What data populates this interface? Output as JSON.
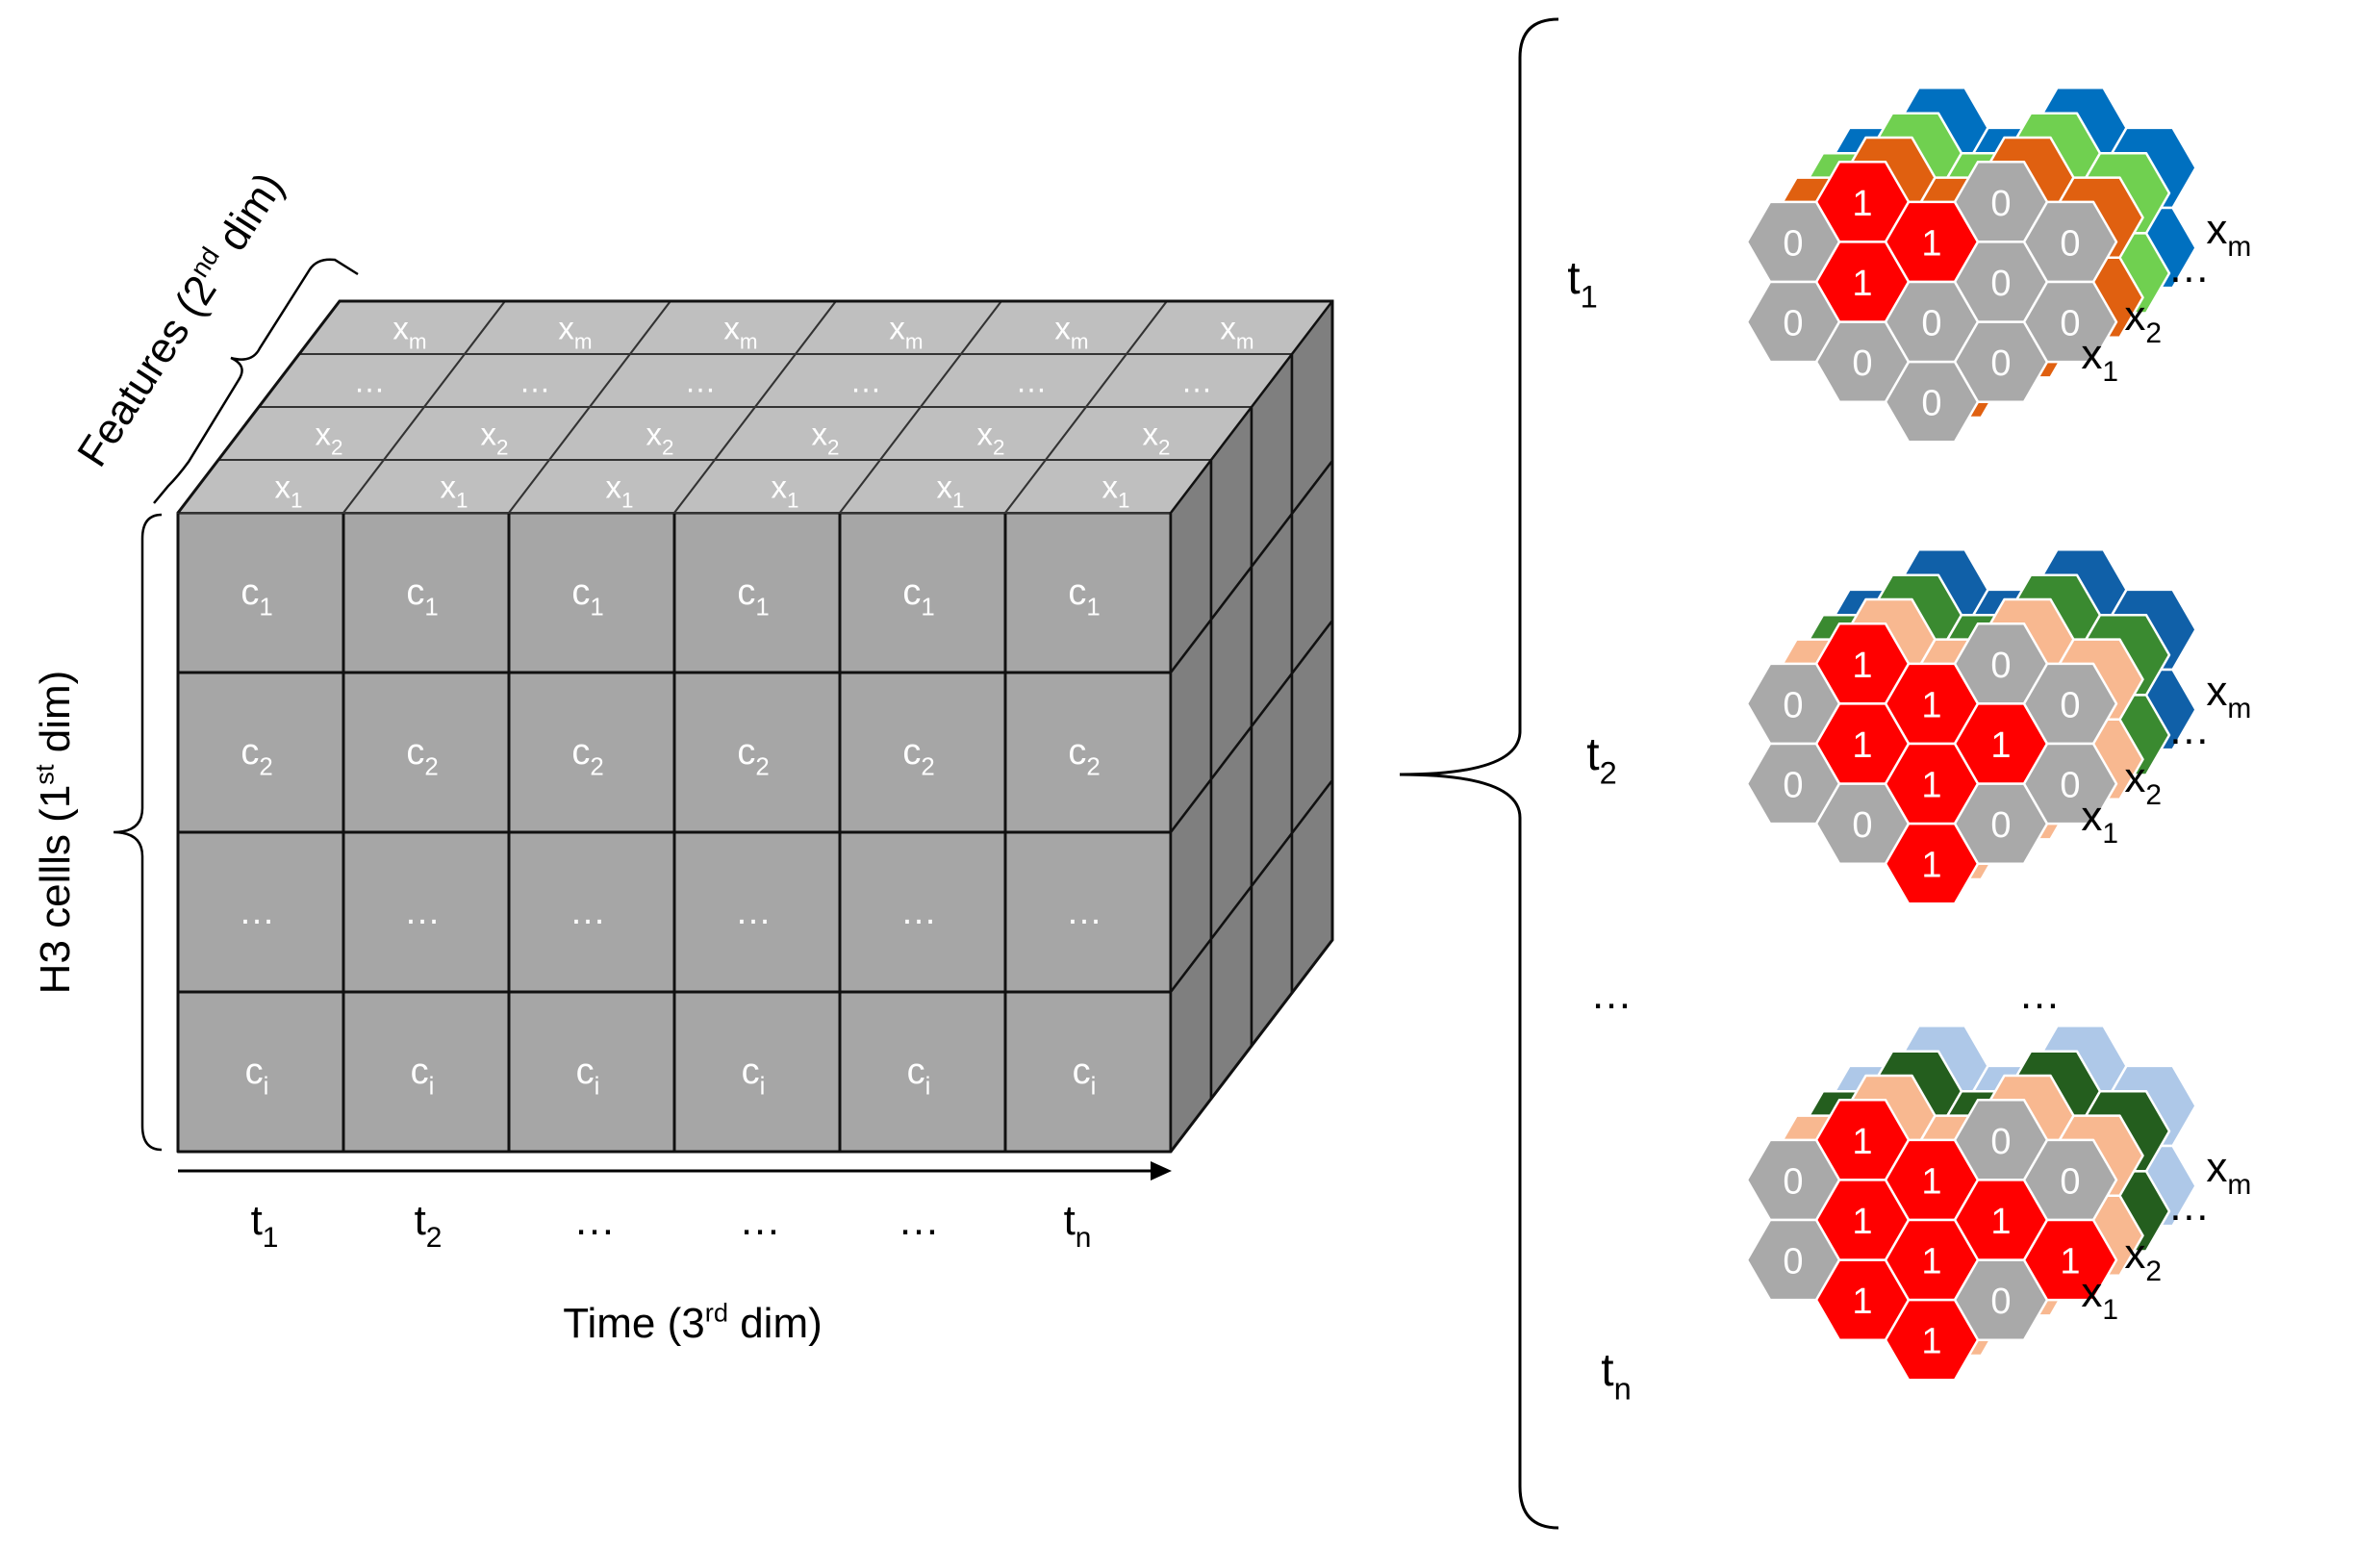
{
  "cube": {
    "top_rows": [
      {
        "base": "x",
        "sub": "1"
      },
      {
        "base": "x",
        "sub": "2"
      },
      {
        "base": "…",
        "sub": ""
      },
      {
        "base": "x",
        "sub": "m"
      }
    ],
    "front_rows": [
      {
        "base": "c",
        "sub": "1"
      },
      {
        "base": "c",
        "sub": "2"
      },
      {
        "base": "…",
        "sub": ""
      },
      {
        "base": "c",
        "sub": "i"
      }
    ],
    "time_labels": [
      {
        "base": "t",
        "sub": "1"
      },
      {
        "base": "t",
        "sub": "2"
      },
      {
        "base": "…",
        "sub": ""
      },
      {
        "base": "…",
        "sub": ""
      },
      {
        "base": "…",
        "sub": ""
      },
      {
        "base": "t",
        "sub": "n"
      }
    ],
    "axis_time": {
      "pre": "Time (3",
      "sup": "rd",
      "post": " dim)"
    },
    "axis_cells": {
      "pre": "H3 cellls (1",
      "sup": "st",
      "post": " dim)"
    },
    "axis_features": {
      "pre": "Features (2",
      "sup": "nd",
      "post": " dim)"
    }
  },
  "panels": [
    {
      "time": {
        "base": "t",
        "sub": "1"
      },
      "colors": {
        "xm": "#0070c0",
        "x2": "#70d050",
        "x1": "#e06010"
      },
      "values": [
        "1",
        "1",
        "1",
        "0",
        "0",
        "0",
        "0",
        "0",
        "0",
        "0",
        "0",
        "0",
        "0"
      ]
    },
    {
      "time": {
        "base": "t",
        "sub": "2"
      },
      "colors": {
        "xm": "#1060a8",
        "x2": "#3a8a30",
        "x1": "#f8b890"
      },
      "values": [
        "1",
        "1",
        "1",
        "0",
        "1",
        "0",
        "0",
        "0",
        "0",
        "1",
        "0",
        "1",
        "0"
      ]
    },
    {
      "time": {
        "base": "t",
        "sub": "n"
      },
      "colors": {
        "xm": "#aec8e8",
        "x2": "#245e1e",
        "x1": "#f8b890"
      },
      "values": [
        "1",
        "1",
        "1",
        "0",
        "1",
        "0",
        "0",
        "0",
        "1",
        "1",
        "0",
        "1",
        "1"
      ]
    }
  ],
  "layer_labels": {
    "xm": {
      "base": "x",
      "sub": "m"
    },
    "x2": {
      "base": "x",
      "sub": "2"
    },
    "x1": {
      "base": "x",
      "sub": "1"
    },
    "dots": "…"
  },
  "gap_dots": {
    "time": "…",
    "hex": "…"
  },
  "colors": {
    "active": "#ff0000",
    "inactive": "#a9a9a9",
    "cube_front": "#a6a6a6",
    "cube_top": "#bfbfbf",
    "cube_side": "#7f7f7f"
  }
}
